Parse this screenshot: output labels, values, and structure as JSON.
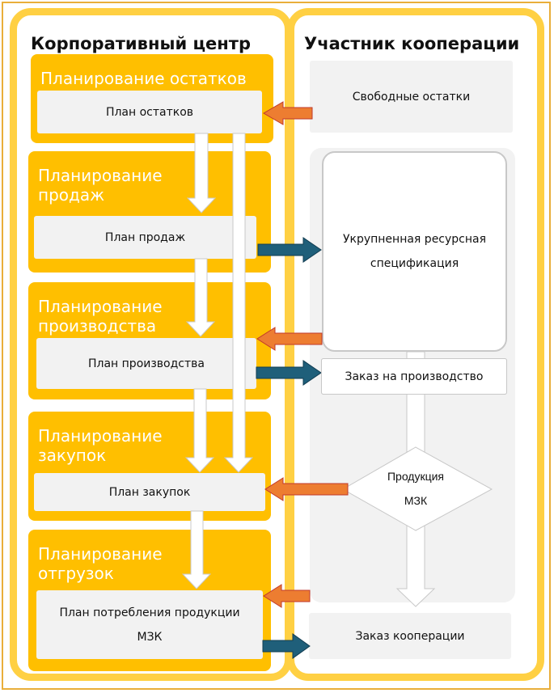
{
  "lanes": {
    "left_title": "Корпоративный центр",
    "right_title": "Участник кооперации"
  },
  "groups": [
    {
      "title": "Планирование остатков",
      "box": "План остатков"
    },
    {
      "title_line1": "Планирование",
      "title_line2": "продаж",
      "box": "План продаж"
    },
    {
      "title_line1": "Планирование",
      "title_line2": "производства",
      "box": "План производства"
    },
    {
      "title_line1": "Планирование",
      "title_line2": "закупок",
      "box": "План закупок"
    },
    {
      "title_line1": "Планирование",
      "title_line2": "отгрузок",
      "box_line1": "План потребления продукции",
      "box_line2": "МЗК"
    }
  ],
  "right": {
    "free_stock": "Свободные остатки",
    "spec_line1": "Укрупненная ресурсная",
    "spec_line2": "спецификация",
    "production_order": "Заказ на производство",
    "product_line1": "Продукция",
    "product_line2": "МЗК",
    "coop_order": "Заказ кооперации"
  },
  "colors": {
    "lane_border": "#ffd043",
    "group_fill": "#ffbf00",
    "inbound_arrow": "#ed7d31",
    "outbound_arrow": "#1f5f7a",
    "box_fill": "#f2f2f2"
  }
}
